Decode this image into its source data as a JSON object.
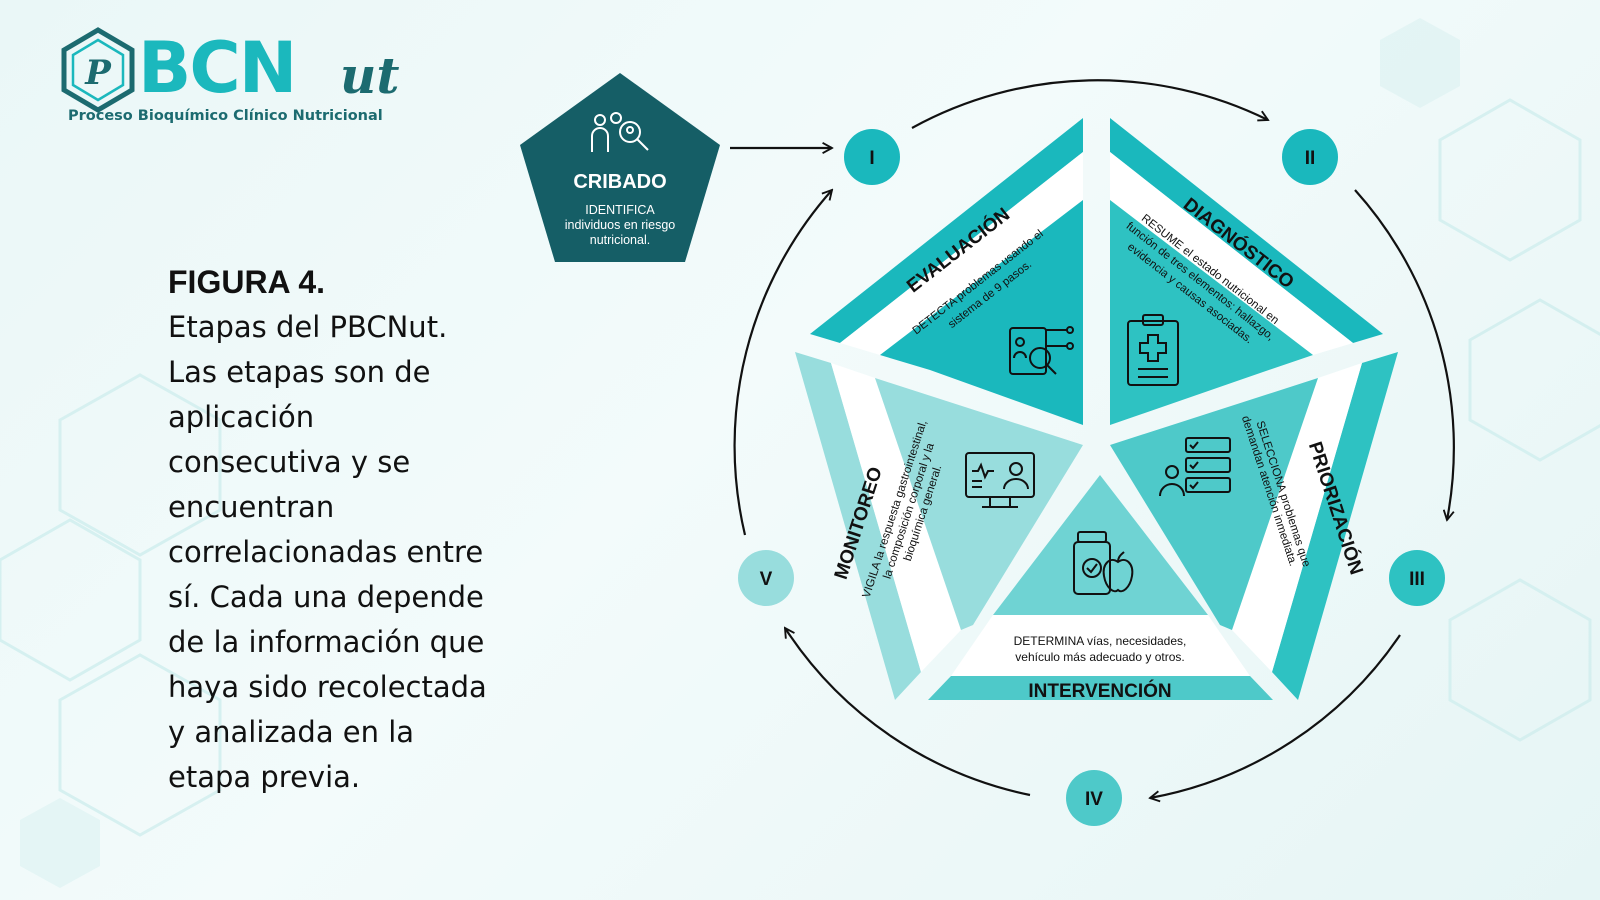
{
  "logo": {
    "letter": "P",
    "brand": "BCN",
    "brand_suffix": "ut",
    "subtitle": "Proceso Bioquímico Clínico Nutricional"
  },
  "caption": {
    "label": "FIGURA 4.",
    "text": "Etapas del PBCNut.\nLas etapas son de\naplicación\nconsecutiva y se\nencuentran\ncorrelacionadas entre\nsí. Cada una depende\nde la información que\nhaya sido recolectada\ny analizada en la\netapa previa."
  },
  "cribado": {
    "title": "CRIBADO",
    "lines": [
      "IDENTIFICA",
      "individuos en riesgo",
      "nutricional."
    ],
    "icon": "people-magnifier-icon"
  },
  "stages": [
    {
      "numeral": "I",
      "title": "EVALUACIÓN",
      "lines": [
        "DETECTA problemas usando el",
        "sistema de 9 pasos."
      ],
      "icon": "diagnostic-scan-icon"
    },
    {
      "numeral": "II",
      "title": "DIAGNÓSTICO",
      "lines": [
        "RESUME el estado nutricional en",
        "función de tres elementos: hallazgo,",
        "evidencia y causas asociadas."
      ],
      "icon": "clipboard-medical-icon"
    },
    {
      "numeral": "III",
      "title": "PRIORIZACIÓN",
      "lines": [
        "SELECCIONA problemas que",
        "demandan atención inmediata."
      ],
      "icon": "checklist-person-icon"
    },
    {
      "numeral": "IV",
      "title": "INTERVENCIÓN",
      "lines": [
        "DETERMINA vías, necesidades,",
        "vehículo más adecuado y otros."
      ],
      "icon": "supplement-apple-icon"
    },
    {
      "numeral": "V",
      "title": "MONITOREO",
      "lines": [
        "VIGILA la respuesta gastrointestinal,",
        "la composición corporal y la",
        "bioquímica general."
      ],
      "icon": "monitor-patient-icon"
    }
  ],
  "colors": {
    "dark_teal": "#155e66",
    "teal": "#1ab8bd",
    "mid_teal": "#4ec9c9",
    "light_teal": "#98dddd",
    "text": "#111111"
  }
}
